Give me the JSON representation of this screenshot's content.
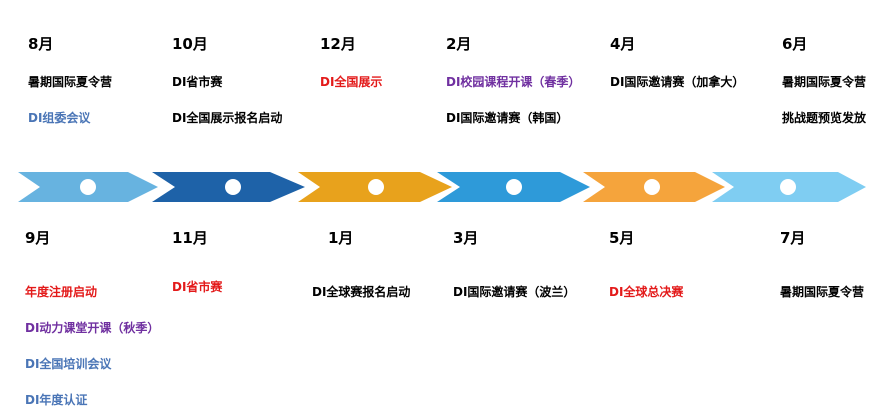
{
  "colors": {
    "black": "#000000",
    "red": "#e31a1a",
    "blue": "#4a75b6",
    "purple": "#7030a0"
  },
  "top_months": [
    {
      "month": "8月",
      "events": [
        {
          "text": "暑期国际夏令营",
          "color": "black"
        },
        {
          "text": "DI组委会议",
          "color": "blue"
        }
      ]
    },
    {
      "month": "10月",
      "events": [
        {
          "text": "DI省市赛",
          "color": "black"
        },
        {
          "text": "DI全国展示报名启动",
          "color": "black"
        }
      ]
    },
    {
      "month": "12月",
      "events": [
        {
          "text": "DI全国展示",
          "color": "red"
        }
      ]
    },
    {
      "month": "2月",
      "events": [
        {
          "text": "DI校园课程开课（春季）",
          "color": "purple"
        },
        {
          "text": "DI国际邀请赛（韩国）",
          "color": "black"
        }
      ]
    },
    {
      "month": "4月",
      "events": [
        {
          "text": "DI国际邀请赛（加拿大）",
          "color": "black"
        }
      ]
    },
    {
      "month": "6月",
      "events": [
        {
          "text": "暑期国际夏令营",
          "color": "black"
        },
        {
          "text": "挑战题预览发放",
          "color": "black"
        }
      ]
    }
  ],
  "bottom_months": [
    {
      "month": "9月",
      "events": [
        {
          "text": "年度注册启动",
          "color": "red"
        },
        {
          "text": "DI动力课堂开课（秋季）",
          "color": "purple"
        },
        {
          "text": "DI全国培训会议",
          "color": "blue"
        },
        {
          "text": "DI年度认证",
          "color": "blue"
        }
      ]
    },
    {
      "month": "11月",
      "events": [
        {
          "text": "DI省市赛",
          "color": "red"
        }
      ]
    },
    {
      "month": "1月",
      "events": [
        {
          "text": "DI全球赛报名启动",
          "color": "black"
        }
      ]
    },
    {
      "month": "3月",
      "events": [
        {
          "text": "DI国际邀请赛（波兰）",
          "color": "black"
        }
      ]
    },
    {
      "month": "5月",
      "events": [
        {
          "text": "DI全球总决赛",
          "color": "red"
        }
      ]
    },
    {
      "month": "7月",
      "events": [
        {
          "text": "暑期国际夏令营",
          "color": "black"
        }
      ]
    }
  ],
  "arrows": [
    {
      "color": "#67b3e0"
    },
    {
      "color": "#1e62a8"
    },
    {
      "color": "#e8a21c"
    },
    {
      "color": "#2e9ad9"
    },
    {
      "color": "#f5a43c"
    },
    {
      "color": "#7fcdf2"
    }
  ]
}
